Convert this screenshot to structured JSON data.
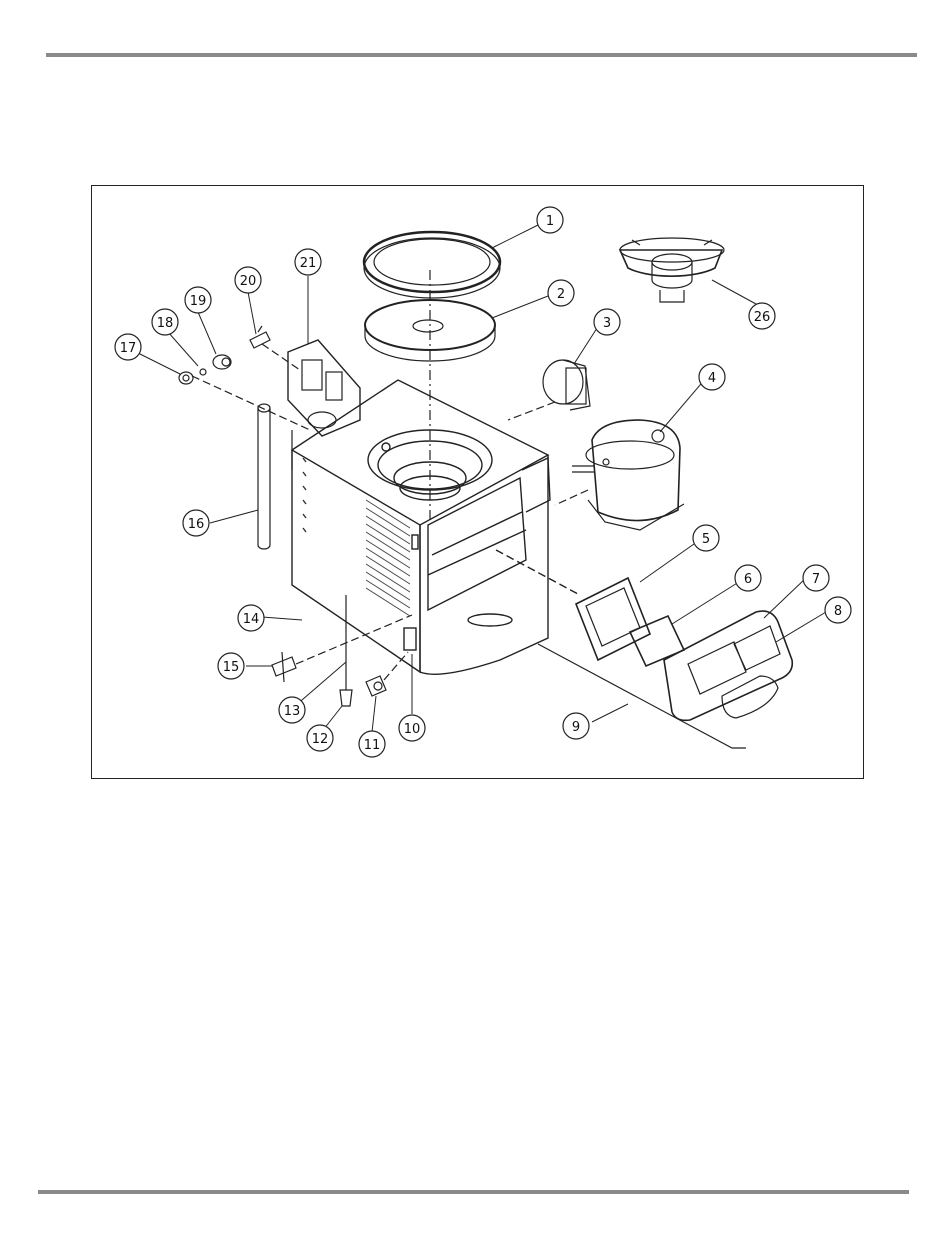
{
  "callouts": {
    "c1": "1",
    "c2": "2",
    "c3": "3",
    "c4": "4",
    "c5": "5",
    "c6": "6",
    "c7": "7",
    "c8": "8",
    "c9": "9",
    "c10": "10",
    "c11": "11",
    "c12": "12",
    "c13": "13",
    "c14": "14",
    "c15": "15",
    "c16": "16",
    "c17": "17",
    "c18": "18",
    "c19": "19",
    "c20": "20",
    "c21": "21",
    "c26": "26"
  }
}
